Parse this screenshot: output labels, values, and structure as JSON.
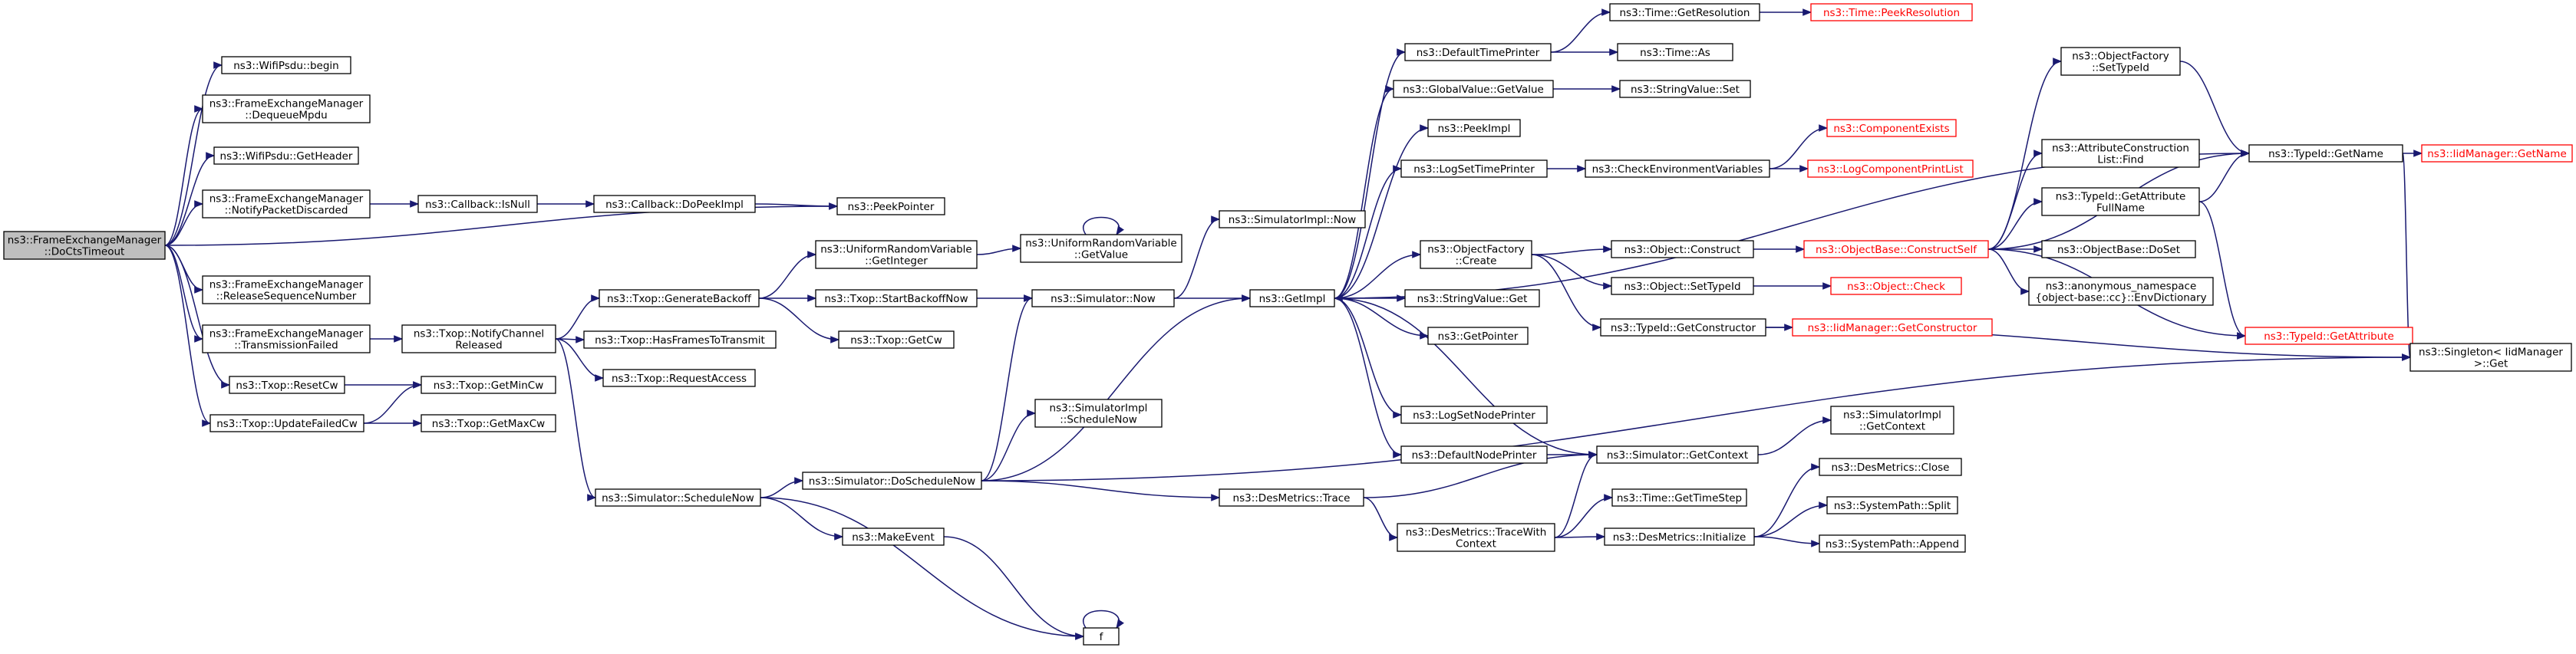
{
  "graph": {
    "edge_color": "#191970",
    "root_fill": "#bfbfbf",
    "missing_node_color": "#ff0000",
    "nodes": [
      {
        "id": "root",
        "lines": [
          "ns3::FrameExchangeManager",
          "::DoCtsTimeout"
        ],
        "style": "root"
      },
      {
        "id": "wifipsdu_begin",
        "lines": [
          "ns3::WifiPsdu::begin"
        ]
      },
      {
        "id": "fem_dequeue",
        "lines": [
          "ns3::FrameExchangeManager",
          "::DequeueMpdu"
        ]
      },
      {
        "id": "wifipsdu_getheader",
        "lines": [
          "ns3::WifiPsdu::GetHeader"
        ]
      },
      {
        "id": "fem_notifydiscarded",
        "lines": [
          "ns3::FrameExchangeManager",
          "::NotifyPacketDiscarded"
        ]
      },
      {
        "id": "callback_isnull",
        "lines": [
          "ns3::Callback::IsNull"
        ]
      },
      {
        "id": "callback_dopeekimpl",
        "lines": [
          "ns3::Callback::DoPeekImpl"
        ]
      },
      {
        "id": "peekpointer",
        "lines": [
          "ns3::PeekPointer"
        ]
      },
      {
        "id": "fem_releaseseq",
        "lines": [
          "ns3::FrameExchangeManager",
          "::ReleaseSequenceNumber"
        ]
      },
      {
        "id": "fem_txfailed",
        "lines": [
          "ns3::FrameExchangeManager",
          "::TransmissionFailed"
        ]
      },
      {
        "id": "txop_notifychannel",
        "lines": [
          "ns3::Txop::NotifyChannel",
          "Released"
        ]
      },
      {
        "id": "txop_resetcw",
        "lines": [
          "ns3::Txop::ResetCw"
        ]
      },
      {
        "id": "txop_getmincw",
        "lines": [
          "ns3::Txop::GetMinCw"
        ]
      },
      {
        "id": "txop_updatefailedcw",
        "lines": [
          "ns3::Txop::UpdateFailedCw"
        ]
      },
      {
        "id": "txop_getmaxcw",
        "lines": [
          "ns3::Txop::GetMaxCw"
        ]
      },
      {
        "id": "txop_generatebackoff",
        "lines": [
          "ns3::Txop::GenerateBackoff"
        ]
      },
      {
        "id": "txop_hasframes",
        "lines": [
          "ns3::Txop::HasFramesToTransmit"
        ]
      },
      {
        "id": "txop_requestaccess",
        "lines": [
          "ns3::Txop::RequestAccess"
        ]
      },
      {
        "id": "sim_schedulenow",
        "lines": [
          "ns3::Simulator::ScheduleNow"
        ]
      },
      {
        "id": "urv_getinteger",
        "lines": [
          "ns3::UniformRandomVariable",
          "::GetInteger"
        ]
      },
      {
        "id": "txop_startbackoff",
        "lines": [
          "ns3::Txop::StartBackoffNow"
        ]
      },
      {
        "id": "txop_getcw",
        "lines": [
          "ns3::Txop::GetCw"
        ]
      },
      {
        "id": "sim_doschedulenow",
        "lines": [
          "ns3::Simulator::DoScheduleNow"
        ]
      },
      {
        "id": "makeevent",
        "lines": [
          "ns3::MakeEvent"
        ]
      },
      {
        "id": "f",
        "lines": [
          "f"
        ]
      },
      {
        "id": "urv_getvalue",
        "lines": [
          "ns3::UniformRandomVariable",
          "::GetValue"
        ]
      },
      {
        "id": "sim_now",
        "lines": [
          "ns3::Simulator::Now"
        ]
      },
      {
        "id": "simimpl_now",
        "lines": [
          "ns3::SimulatorImpl::Now"
        ]
      },
      {
        "id": "simimpl_schedulenow",
        "lines": [
          "ns3::SimulatorImpl",
          "::ScheduleNow"
        ]
      },
      {
        "id": "desmetrics_trace",
        "lines": [
          "ns3::DesMetrics::Trace"
        ]
      },
      {
        "id": "getimpl",
        "lines": [
          "ns3::GetImpl"
        ]
      },
      {
        "id": "defaulttimeprinter",
        "lines": [
          "ns3::DefaultTimePrinter"
        ]
      },
      {
        "id": "globalvalue_getvalue",
        "lines": [
          "ns3::GlobalValue::GetValue"
        ]
      },
      {
        "id": "peekimpl",
        "lines": [
          "ns3::PeekImpl"
        ]
      },
      {
        "id": "logsettimeprinter",
        "lines": [
          "ns3::LogSetTimePrinter"
        ]
      },
      {
        "id": "objectfactory_create",
        "lines": [
          "ns3::ObjectFactory",
          "::Create"
        ]
      },
      {
        "id": "stringvalue_get",
        "lines": [
          "ns3::StringValue::Get"
        ]
      },
      {
        "id": "getpointer",
        "lines": [
          "ns3::GetPointer"
        ]
      },
      {
        "id": "logsetnodeprinter",
        "lines": [
          "ns3::LogSetNodePrinter"
        ]
      },
      {
        "id": "defaultnodeprinter",
        "lines": [
          "ns3::DefaultNodePrinter"
        ]
      },
      {
        "id": "desmetrics_tracewith",
        "lines": [
          "ns3::DesMetrics::TraceWith",
          "Context"
        ]
      },
      {
        "id": "time_getresolution",
        "lines": [
          "ns3::Time::GetResolution"
        ]
      },
      {
        "id": "time_peekresolution",
        "lines": [
          "ns3::Time::PeekResolution"
        ],
        "style": "red"
      },
      {
        "id": "time_as",
        "lines": [
          "ns3::Time::As"
        ]
      },
      {
        "id": "stringvalue_set",
        "lines": [
          "ns3::StringValue::Set"
        ]
      },
      {
        "id": "checkenv",
        "lines": [
          "ns3::CheckEnvironmentVariables"
        ]
      },
      {
        "id": "componentexists",
        "lines": [
          "ns3::ComponentExists"
        ],
        "style": "red"
      },
      {
        "id": "logcomponentprintlist",
        "lines": [
          "ns3::LogComponentPrintList"
        ],
        "style": "red"
      },
      {
        "id": "object_construct",
        "lines": [
          "ns3::Object::Construct"
        ]
      },
      {
        "id": "object_settypeid",
        "lines": [
          "ns3::Object::SetTypeId"
        ]
      },
      {
        "id": "typeid_getconstructor",
        "lines": [
          "ns3::TypeId::GetConstructor"
        ]
      },
      {
        "id": "sim_getcontext",
        "lines": [
          "ns3::Simulator::GetContext"
        ]
      },
      {
        "id": "time_gettimestep",
        "lines": [
          "ns3::Time::GetTimeStep"
        ]
      },
      {
        "id": "desmetrics_initialize",
        "lines": [
          "ns3::DesMetrics::Initialize"
        ]
      },
      {
        "id": "objectbase_constructself",
        "lines": [
          "ns3::ObjectBase::ConstructSelf"
        ],
        "style": "red"
      },
      {
        "id": "object_check",
        "lines": [
          "ns3::Object::Check"
        ],
        "style": "red"
      },
      {
        "id": "iidmanager_getconstructor",
        "lines": [
          "ns3::IidManager::GetConstructor"
        ],
        "style": "red"
      },
      {
        "id": "simimpl_getcontext",
        "lines": [
          "ns3::SimulatorImpl",
          "::GetContext"
        ]
      },
      {
        "id": "desmetrics_close",
        "lines": [
          "ns3::DesMetrics::Close"
        ]
      },
      {
        "id": "systempath_split",
        "lines": [
          "ns3::SystemPath::Split"
        ]
      },
      {
        "id": "systempath_append",
        "lines": [
          "ns3::SystemPath::Append"
        ]
      },
      {
        "id": "objectfactory_settypeid",
        "lines": [
          "ns3::ObjectFactory",
          "::SetTypeId"
        ]
      },
      {
        "id": "attrconstruction_find",
        "lines": [
          "ns3::AttributeConstruction",
          "List::Find"
        ]
      },
      {
        "id": "typeid_getattributefullname",
        "lines": [
          "ns3::TypeId::GetAttribute",
          "FullName"
        ]
      },
      {
        "id": "objectbase_doset",
        "lines": [
          "ns3::ObjectBase::DoSet"
        ]
      },
      {
        "id": "anon_envdictionary",
        "lines": [
          "ns3::anonymous_namespace",
          "{object-base::cc}::EnvDictionary"
        ]
      },
      {
        "id": "typeid_getattribute",
        "lines": [
          "ns3::TypeId::GetAttribute"
        ],
        "style": "red"
      },
      {
        "id": "typeid_getname",
        "lines": [
          "ns3::TypeId::GetName"
        ]
      },
      {
        "id": "iidmanager_getname",
        "lines": [
          "ns3::IidManager::GetName"
        ],
        "style": "red"
      },
      {
        "id": "singleton_get",
        "lines": [
          "ns3::Singleton< IidManager",
          ">::Get"
        ]
      }
    ],
    "edges": [
      [
        "root",
        "wifipsdu_begin"
      ],
      [
        "root",
        "fem_dequeue"
      ],
      [
        "root",
        "wifipsdu_getheader"
      ],
      [
        "root",
        "fem_notifydiscarded"
      ],
      [
        "root",
        "peekpointer"
      ],
      [
        "root",
        "fem_releaseseq"
      ],
      [
        "root",
        "fem_txfailed"
      ],
      [
        "root",
        "txop_resetcw"
      ],
      [
        "root",
        "txop_updatefailedcw"
      ],
      [
        "fem_notifydiscarded",
        "callback_isnull"
      ],
      [
        "callback_isnull",
        "callback_dopeekimpl"
      ],
      [
        "callback_dopeekimpl",
        "peekpointer"
      ],
      [
        "fem_txfailed",
        "txop_notifychannel"
      ],
      [
        "txop_notifychannel",
        "txop_generatebackoff"
      ],
      [
        "txop_notifychannel",
        "txop_hasframes"
      ],
      [
        "txop_notifychannel",
        "txop_requestaccess"
      ],
      [
        "txop_notifychannel",
        "sim_schedulenow"
      ],
      [
        "txop_resetcw",
        "txop_getmincw"
      ],
      [
        "txop_updatefailedcw",
        "txop_getmincw"
      ],
      [
        "txop_updatefailedcw",
        "txop_getmaxcw"
      ],
      [
        "txop_generatebackoff",
        "urv_getinteger"
      ],
      [
        "txop_generatebackoff",
        "txop_startbackoff"
      ],
      [
        "txop_generatebackoff",
        "txop_getcw"
      ],
      [
        "urv_getinteger",
        "urv_getvalue"
      ],
      [
        "urv_getvalue",
        "urv_getvalue"
      ],
      [
        "txop_startbackoff",
        "sim_now"
      ],
      [
        "sim_schedulenow",
        "sim_doschedulenow"
      ],
      [
        "sim_schedulenow",
        "makeevent"
      ],
      [
        "sim_schedulenow",
        "f"
      ],
      [
        "makeevent",
        "f"
      ],
      [
        "f",
        "f"
      ],
      [
        "sim_doschedulenow",
        "sim_now"
      ],
      [
        "sim_doschedulenow",
        "simimpl_schedulenow"
      ],
      [
        "sim_doschedulenow",
        "getimpl"
      ],
      [
        "sim_doschedulenow",
        "desmetrics_trace"
      ],
      [
        "sim_doschedulenow",
        "singleton_get"
      ],
      [
        "sim_now",
        "simimpl_now"
      ],
      [
        "sim_now",
        "getimpl"
      ],
      [
        "desmetrics_trace",
        "sim_getcontext"
      ],
      [
        "desmetrics_trace",
        "desmetrics_tracewith"
      ],
      [
        "getimpl",
        "defaulttimeprinter"
      ],
      [
        "getimpl",
        "globalvalue_getvalue"
      ],
      [
        "getimpl",
        "peekimpl"
      ],
      [
        "getimpl",
        "logsettimeprinter"
      ],
      [
        "getimpl",
        "objectfactory_create"
      ],
      [
        "getimpl",
        "stringvalue_get"
      ],
      [
        "getimpl",
        "getpointer"
      ],
      [
        "getimpl",
        "logsetnodeprinter"
      ],
      [
        "getimpl",
        "defaultnodeprinter"
      ],
      [
        "getimpl",
        "typeid_getname"
      ],
      [
        "defaulttimeprinter",
        "time_getresolution"
      ],
      [
        "defaulttimeprinter",
        "time_as"
      ],
      [
        "time_getresolution",
        "time_peekresolution"
      ],
      [
        "globalvalue_getvalue",
        "stringvalue_set"
      ],
      [
        "logsettimeprinter",
        "checkenv"
      ],
      [
        "checkenv",
        "componentexists"
      ],
      [
        "checkenv",
        "logcomponentprintlist"
      ],
      [
        "objectfactory_create",
        "object_construct"
      ],
      [
        "objectfactory_create",
        "object_settypeid"
      ],
      [
        "objectfactory_create",
        "typeid_getconstructor"
      ],
      [
        "object_construct",
        "objectbase_constructself"
      ],
      [
        "object_settypeid",
        "object_check"
      ],
      [
        "typeid_getconstructor",
        "iidmanager_getconstructor"
      ],
      [
        "typeid_getconstructor",
        "singleton_get"
      ],
      [
        "defaultnodeprinter",
        "sim_getcontext"
      ],
      [
        "sim_getcontext",
        "getimpl"
      ],
      [
        "sim_getcontext",
        "simimpl_getcontext"
      ],
      [
        "desmetrics_tracewith",
        "sim_getcontext"
      ],
      [
        "desmetrics_tracewith",
        "time_gettimestep"
      ],
      [
        "desmetrics_tracewith",
        "desmetrics_initialize"
      ],
      [
        "desmetrics_initialize",
        "desmetrics_close"
      ],
      [
        "desmetrics_initialize",
        "systempath_split"
      ],
      [
        "desmetrics_initialize",
        "systempath_append"
      ],
      [
        "objectbase_constructself",
        "objectfactory_settypeid"
      ],
      [
        "objectbase_constructself",
        "attrconstruction_find"
      ],
      [
        "objectbase_constructself",
        "typeid_getattributefullname"
      ],
      [
        "objectbase_constructself",
        "objectbase_doset"
      ],
      [
        "objectbase_constructself",
        "anon_envdictionary"
      ],
      [
        "objectbase_constructself",
        "typeid_getattribute"
      ],
      [
        "objectbase_constructself",
        "typeid_getname"
      ],
      [
        "objectfactory_settypeid",
        "typeid_getname"
      ],
      [
        "typeid_getattributefullname",
        "typeid_getname"
      ],
      [
        "typeid_getattributefullname",
        "typeid_getattribute"
      ],
      [
        "typeid_getattribute",
        "singleton_get"
      ],
      [
        "typeid_getname",
        "iidmanager_getname"
      ],
      [
        "typeid_getname",
        "singleton_get"
      ]
    ]
  }
}
